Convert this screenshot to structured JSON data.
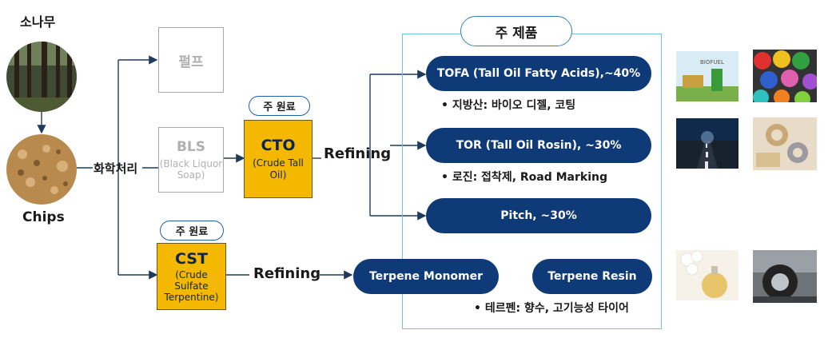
{
  "source": {
    "top_label": "소나무",
    "bottom_label": "Chips"
  },
  "process": {
    "chem_treat": "화학처리"
  },
  "boxes": {
    "pulp": "펄프",
    "bls": {
      "title": "BLS",
      "desc": "(Black Liquor Soap)"
    },
    "cto": {
      "title": "CTO",
      "desc": "(Crude Tall Oil)",
      "tag": "주 원료"
    },
    "cst": {
      "title": "CST",
      "desc": "(Crude Sulfate Terpentine)",
      "tag": "주 원료"
    }
  },
  "refining": {
    "upper": "Refining",
    "lower": "Refining"
  },
  "products": {
    "header": "주 제품",
    "tofa": "TOFA (Tall Oil Fatty Acids),~40%",
    "tofa_note": "• 지방산: 바이오 디젤, 코팅",
    "tor": "TOR (Tall Oil Rosin), ~30%",
    "tor_note": "• 로진: 접착제, Road Marking",
    "pitch": "Pitch, ~30%",
    "terpene_monomer": "Terpene Monomer",
    "terpene_resin": "Terpene Resin",
    "terpene_note": "• 테르펜: 향수, 고기능성 타이어"
  },
  "thumbs": {
    "biofuel_text": "BIOFUEL"
  },
  "colors": {
    "navy": "#0e3a78",
    "yellow": "#f5b800",
    "panel_border": "#6cc6e0",
    "line": "#1f3b5c"
  }
}
